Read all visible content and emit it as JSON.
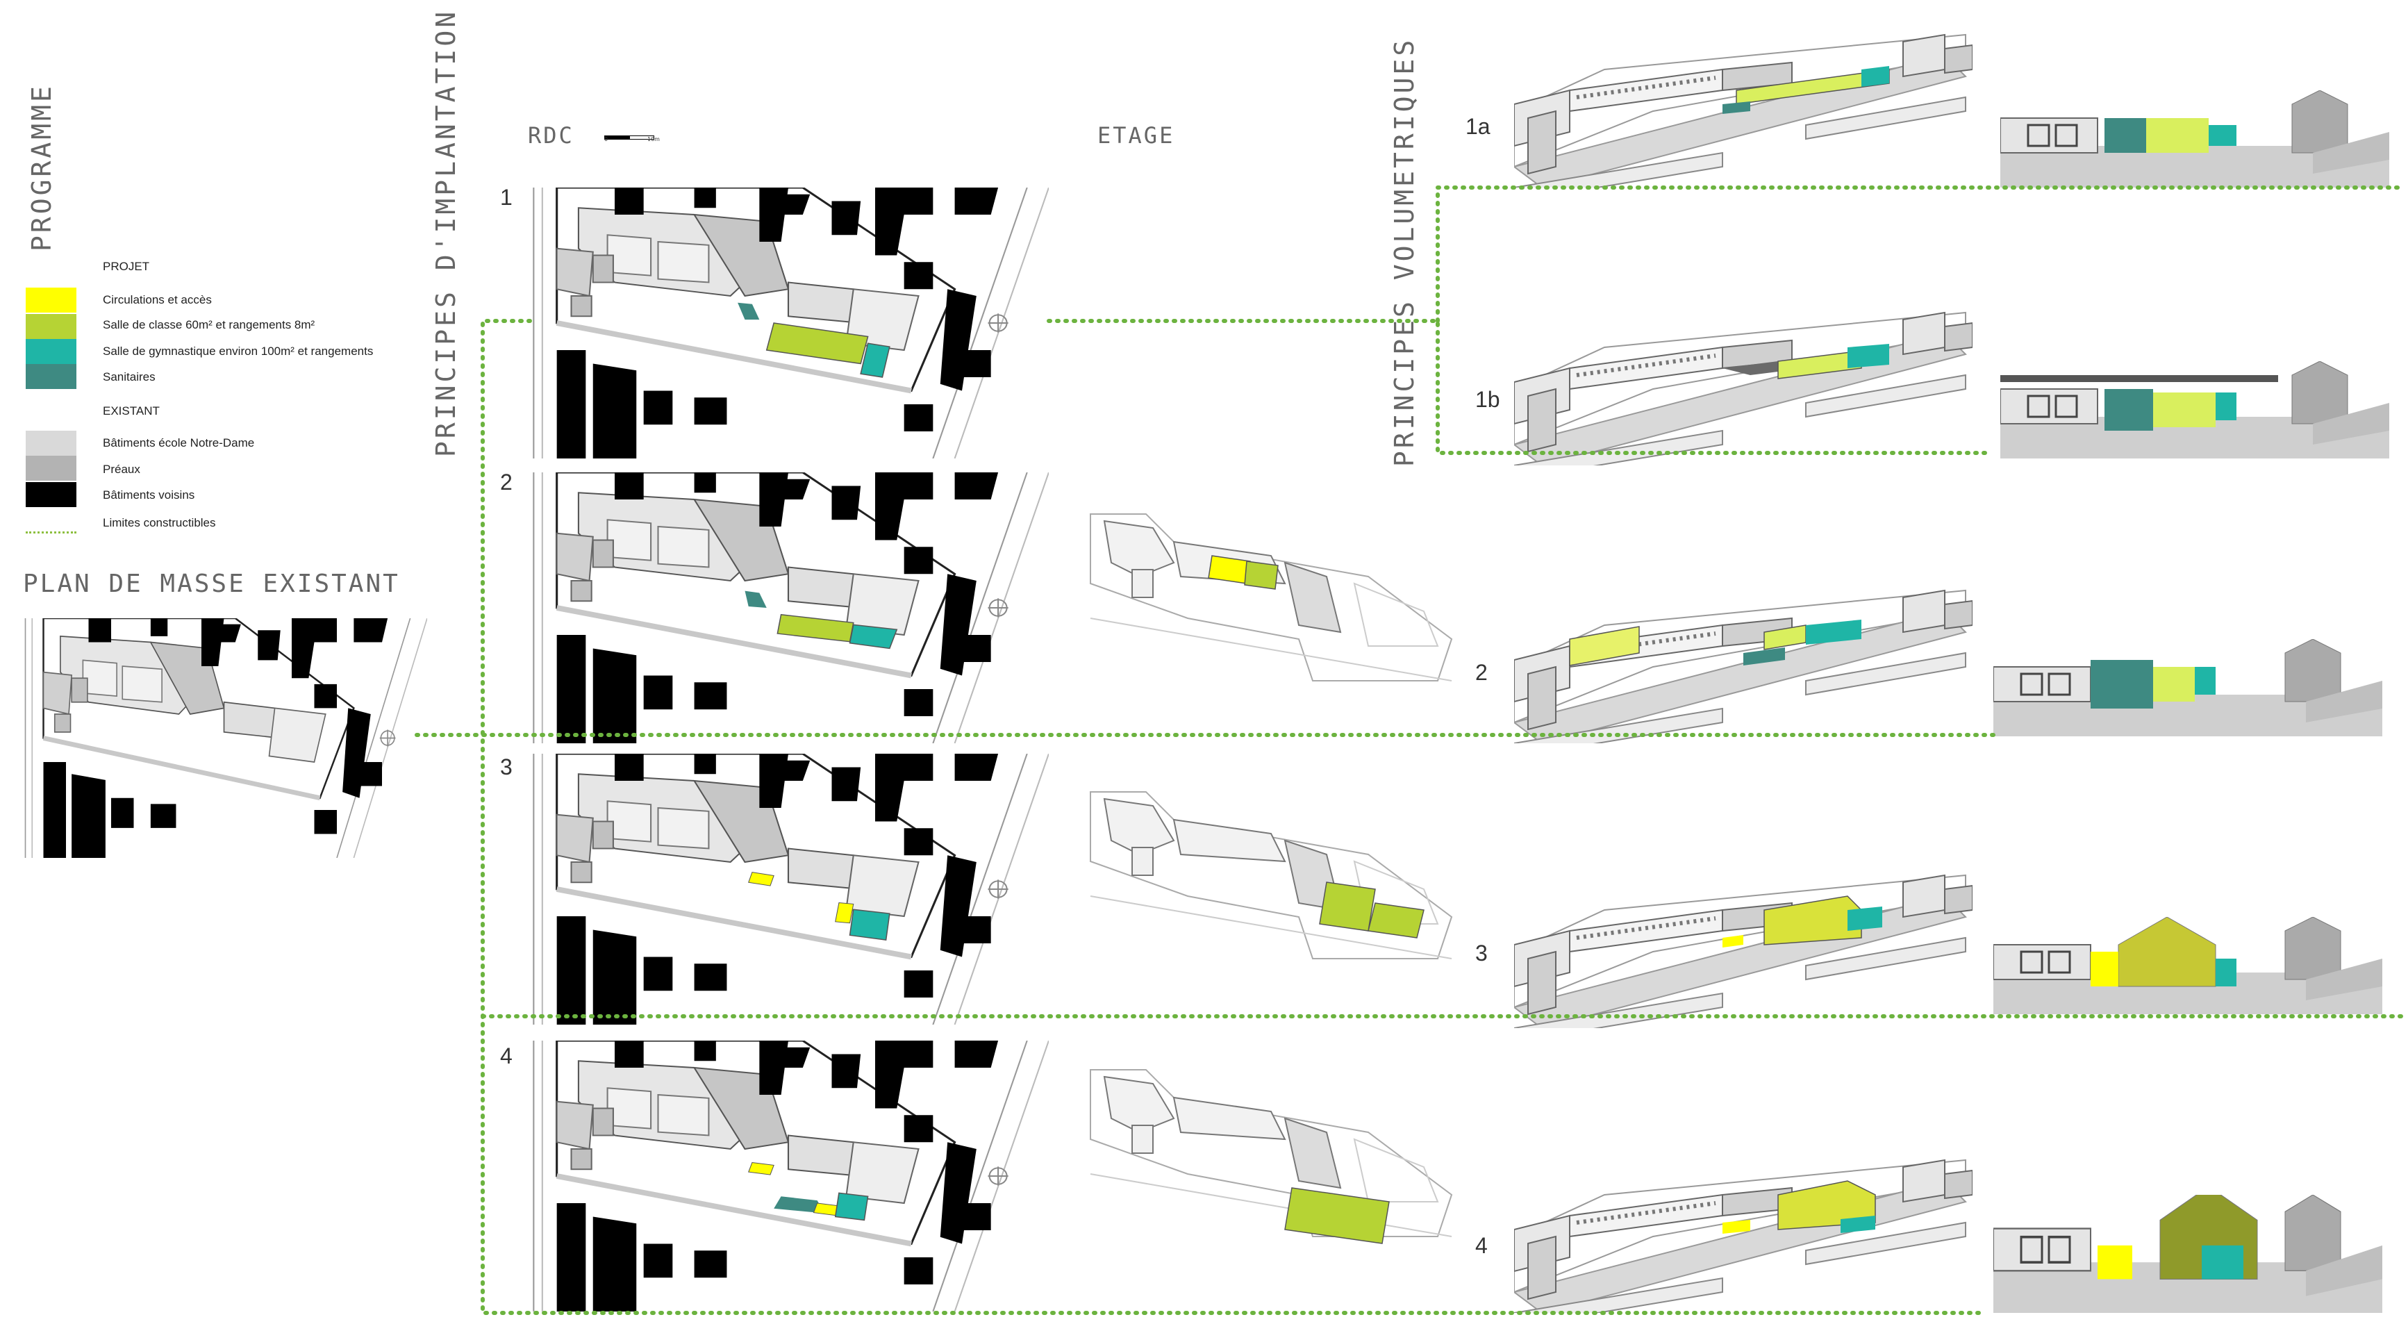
{
  "titles": {
    "programme": "PROGRAMME",
    "plan_masse": "PLAN DE MASSE EXISTANT",
    "implantation": "PRINCIPES D'IMPLANTATION",
    "volumetriques": "PRINCIPES VOLUMETRIQUES",
    "rdc": "RDC",
    "etage": "ETAGE"
  },
  "scale": {
    "start": "0",
    "end": "10m"
  },
  "legend": {
    "projet_heading": "PROJET",
    "existant_heading": "EXISTANT",
    "items": [
      {
        "label": "Circulations et accès",
        "color": "#ffff00"
      },
      {
        "label": "Salle de classe 60m² et rangements 8m²",
        "color": "#b6d334"
      },
      {
        "label": "Salle de gymnastique environ 100m² et rangements",
        "color": "#1fb5a6"
      },
      {
        "label": "Sanitaires",
        "color": "#3e8a82"
      },
      {
        "label": "Bâtiments école Notre-Dame",
        "color": "#d9d9d9"
      },
      {
        "label": "Préaux",
        "color": "#b3b3b3"
      },
      {
        "label": "Bâtiments voisins",
        "color": "#000000"
      },
      {
        "label": "Limites constructibles",
        "color": "#8cbf3f"
      }
    ]
  },
  "implantation_options": [
    "1",
    "2",
    "3",
    "4"
  ],
  "volumetric_options": [
    "1a",
    "1b",
    "2",
    "3",
    "4"
  ],
  "colors": {
    "circulation": "#ffff00",
    "classe": "#b6d334",
    "gym": "#1fb5a6",
    "sanitaires": "#3e8a82",
    "existing_school": "#d9d9d9",
    "preaux": "#b3b3b3",
    "neighbors": "#000000",
    "limit_line": "#8cbf3f"
  }
}
